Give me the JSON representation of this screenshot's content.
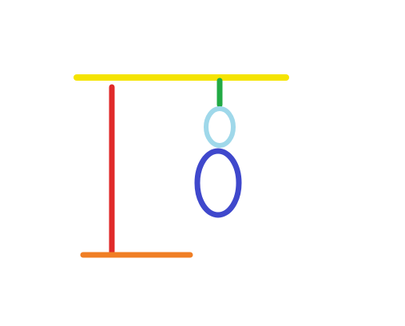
{
  "drawing": {
    "colors": {
      "background": "#ffffff",
      "top_beam": "#f5e400",
      "post": "#e02a2a",
      "base": "#f07f25",
      "rope": "#22aa44",
      "head": "#9fd8ea",
      "body": "#3f48cc"
    },
    "parts": [
      "top-beam",
      "vertical-post",
      "base",
      "rope",
      "head",
      "body"
    ]
  }
}
